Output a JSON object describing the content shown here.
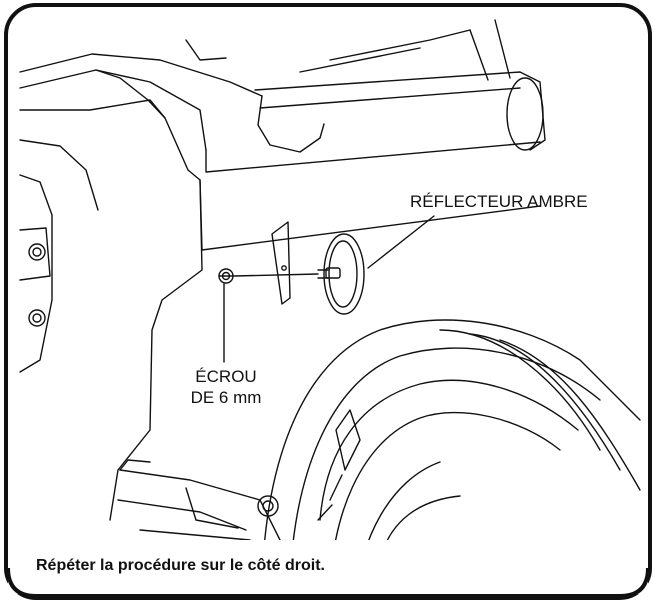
{
  "labels": {
    "reflector": "RÉFLECTEUR AMBRE",
    "nut_line1": "ÉCROU",
    "nut_line2": "DE 6 mm"
  },
  "caption": "Répéter la procédure sur le côté droit.",
  "colors": {
    "line": "#111111",
    "background": "#ffffff"
  }
}
